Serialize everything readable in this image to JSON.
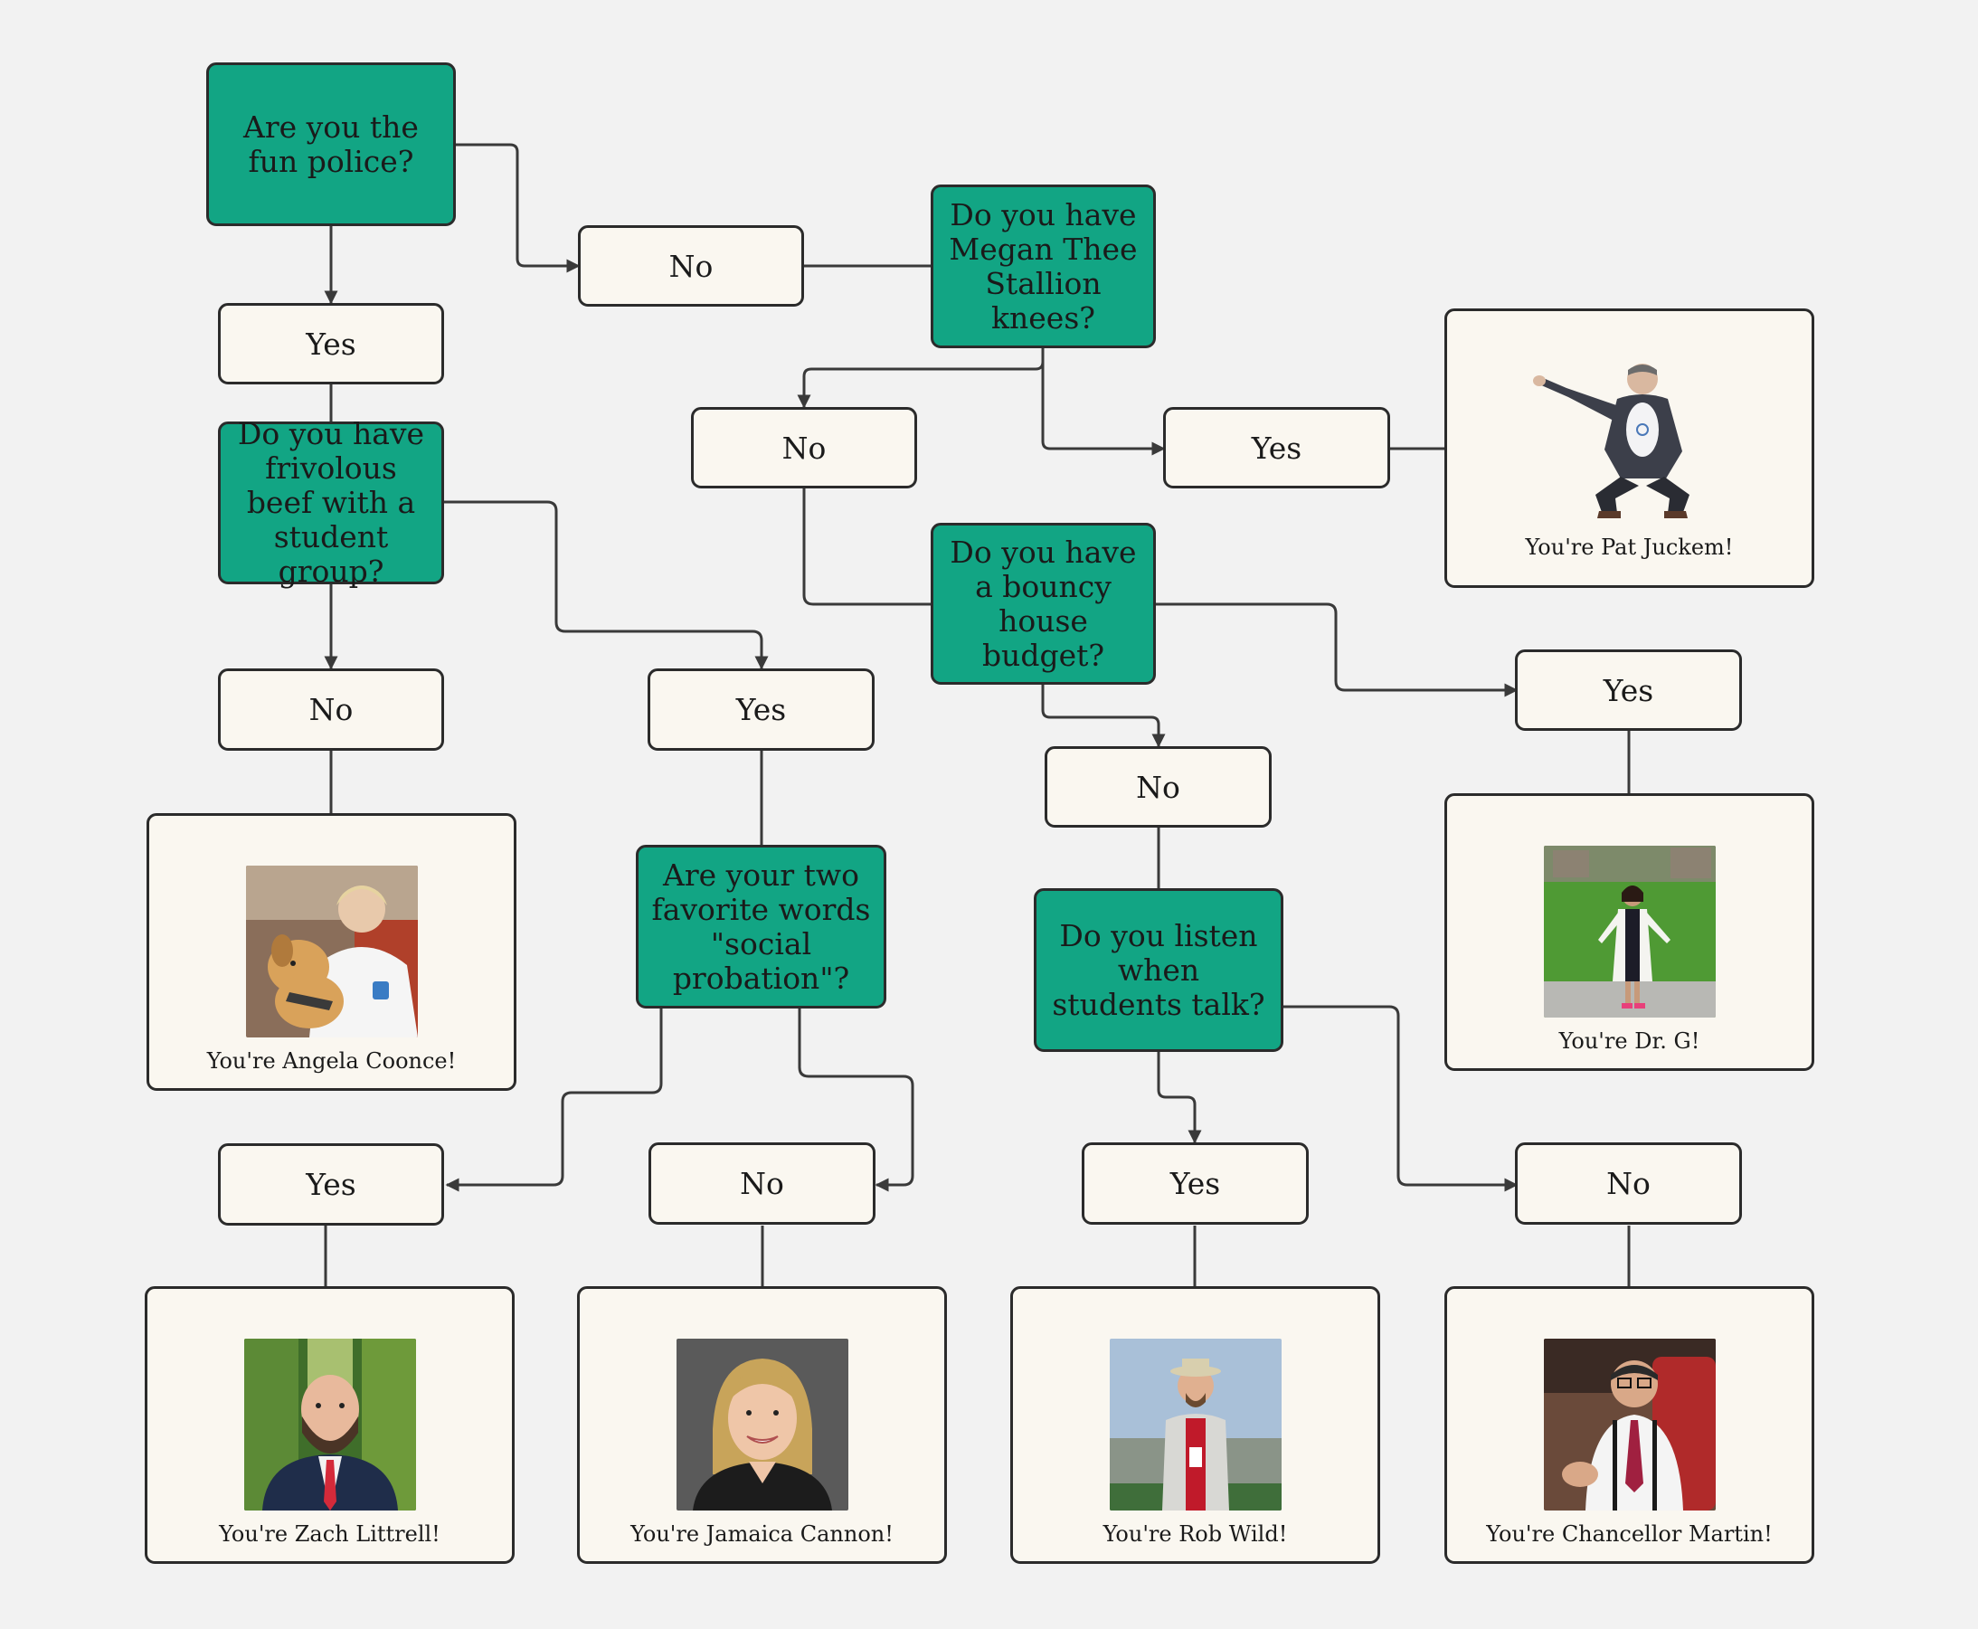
{
  "questions": {
    "fun_police": "Are you the fun police?",
    "megan_knees": "Do you have Megan Thee Stallion knees?",
    "frivolous_beef": "Do you have frivolous beef with a student group?",
    "bouncy_house": "Do you have a bouncy house budget?",
    "social_probation": "Are your two favorite words \"social probation\"?",
    "listen_students": "Do you listen when students talk?"
  },
  "answers": {
    "fun_police_yes": "Yes",
    "fun_police_no": "No",
    "megan_no": "No",
    "megan_yes": "Yes",
    "beef_no": "No",
    "beef_yes": "Yes",
    "bouncy_yes": "Yes",
    "bouncy_no": "No",
    "probation_yes": "Yes",
    "probation_no": "No",
    "listen_yes": "Yes",
    "listen_no": "No"
  },
  "results": {
    "pat": "You're Pat Juckem!",
    "angela": "You're Angela Coonce!",
    "drg": "You're Dr. G!",
    "zach": "You're Zach Littrell!",
    "jamaica": "You're Jamaica Cannon!",
    "rob": "You're Rob Wild!",
    "martin": "You're Chancellor Martin!"
  },
  "colors": {
    "question_fill": "#12a584",
    "box_fill": "#faf7f0",
    "border": "#2b2b2b",
    "connector": "#3a3a3a",
    "background": "#f2f2f2"
  }
}
